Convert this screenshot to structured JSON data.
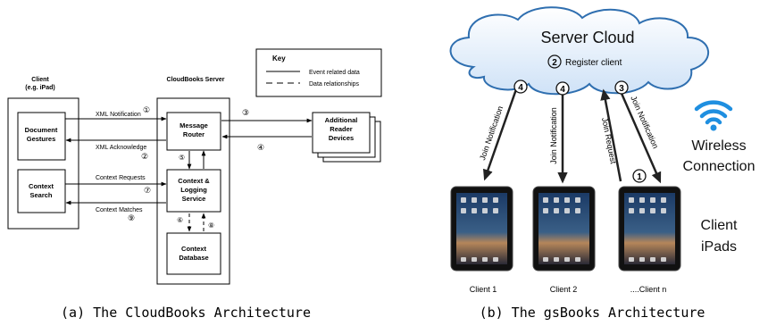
{
  "panel_a": {
    "caption": "(a) The CloudBooks Architecture",
    "key": {
      "title": "Key",
      "solid": "Event related data",
      "dashed": "Data relationships"
    },
    "client_title": "Client",
    "client_subtitle": "(e.g. iPad)",
    "server_title": "CloudBooks Server",
    "boxes": {
      "doc_line1": "Document",
      "doc_line2": "Gestures",
      "ctx_search_line1": "Context",
      "ctx_search_line2": "Search",
      "router_line1": "Message",
      "router_line2": "Router",
      "logging_line1": "Context &",
      "logging_line2": "Logging",
      "logging_line3": "Service",
      "db_line1": "Context",
      "db_line2": "Database",
      "reader_line1": "Additional",
      "reader_line2": "Reader",
      "reader_line3": "Devices"
    },
    "arrows": {
      "xml_notification": "XML Notification",
      "xml_acknowledge": "XML Acknowledge",
      "context_requests": "Context Requests",
      "context_matches": "Context Matches"
    },
    "steps": [
      "①",
      "②",
      "③",
      "④",
      "⑤",
      "⑥",
      "⑦",
      "⑧",
      "⑨"
    ]
  },
  "panel_b": {
    "caption": "(b) The gsBooks Architecture",
    "cloud_title": "Server Cloud",
    "register_step": "2",
    "register_label": "Register client",
    "wireless_line1": "Wireless",
    "wireless_line2": "Connection",
    "client_ipads_line1": "Client",
    "client_ipads_line2": "iPads",
    "clients": [
      "Client 1",
      "Client 2",
      "....Client n"
    ],
    "arrows": {
      "join_notification": "Join Notification",
      "join_request": "Join Request"
    },
    "steps": {
      "four": "4",
      "three": "3",
      "one": "1"
    }
  }
}
